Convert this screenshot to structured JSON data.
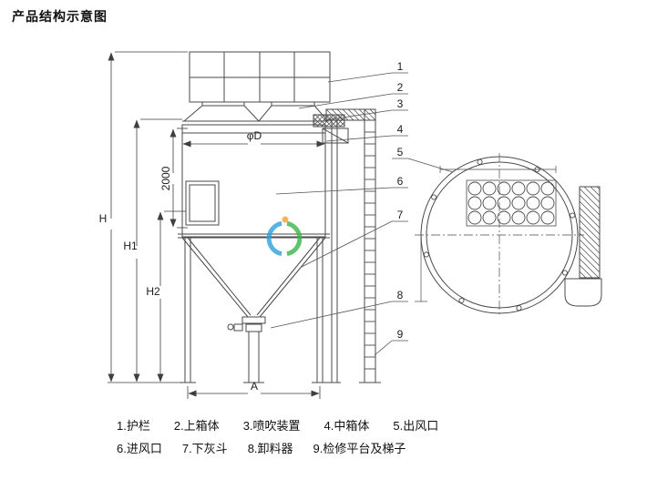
{
  "title": "产品结构示意图",
  "dims": {
    "H": "H",
    "H1": "H1",
    "H2": "H2",
    "bag_length": "2000",
    "diameter": "φD",
    "A": "A"
  },
  "callouts": {
    "c1": "1",
    "c2": "2",
    "c3": "3",
    "c4": "4",
    "c5": "5",
    "c6": "6",
    "c7": "7",
    "c8": "8",
    "c9": "9"
  },
  "legend": {
    "items": [
      "1.护栏",
      "2.上箱体",
      "3.喷吹装置",
      "4.中箱体",
      "5.出风口",
      "6.进风口",
      "7.下灰斗",
      "8.卸料器",
      "9.检修平台及梯子"
    ]
  },
  "colors": {
    "line": "#4a4a4a",
    "text": "#1c1c1c",
    "watermark_blue": "#2e9fd8",
    "watermark_green": "#3cb54a",
    "watermark_orange": "#f2a33a"
  }
}
